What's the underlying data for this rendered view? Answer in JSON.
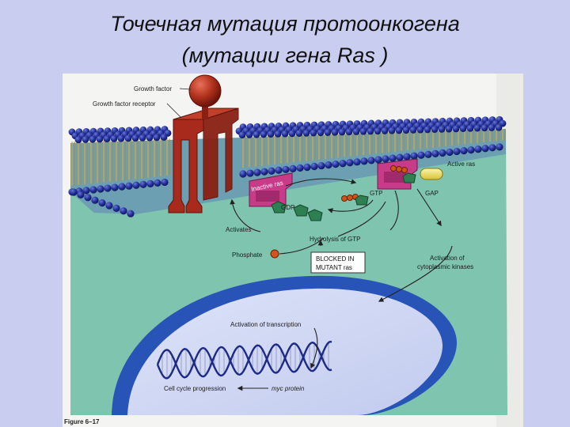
{
  "title": {
    "line1": "Точечная мутация протоонкогена",
    "line2": "(мутации гена Ras )"
  },
  "figure": {
    "labels": {
      "growth_factor": "Growth factor",
      "growth_factor_receptor": "Growth factor receptor",
      "inactive_ras": "Inactive ras",
      "active_ras": "Active ras",
      "gtp": "GTP",
      "gdp": "GDP",
      "gap": "GAP",
      "activates": "Activates",
      "hydrolysis": "Hydrolysis of GTP",
      "phosphate": "Phosphate",
      "blocked_line1": "BLOCKED IN",
      "blocked_line2": "MUTANT ras",
      "activation_kinases_line1": "Activation of",
      "activation_kinases_line2": "cytoplasmic kinases",
      "activation_transcription": "Activation of transcription",
      "cell_cycle": "Cell cycle progression",
      "myc_protein": "myc protein",
      "figure_caption": "Figure 6–17"
    },
    "colors": {
      "cytoplasm": "#7ec4ae",
      "lipid_head": "#1d2a86",
      "lipid_tail": "#d4a640",
      "receptor": "#a82a1c",
      "growth_factor": "#b3331d",
      "ras": "#c83b89",
      "gdp_gtp": "#2e7f52",
      "phosphate": "#d2541c",
      "nucleus_border": "#2854b8",
      "nucleus": "#cfd6f3",
      "gap": "#e9d64f"
    }
  }
}
